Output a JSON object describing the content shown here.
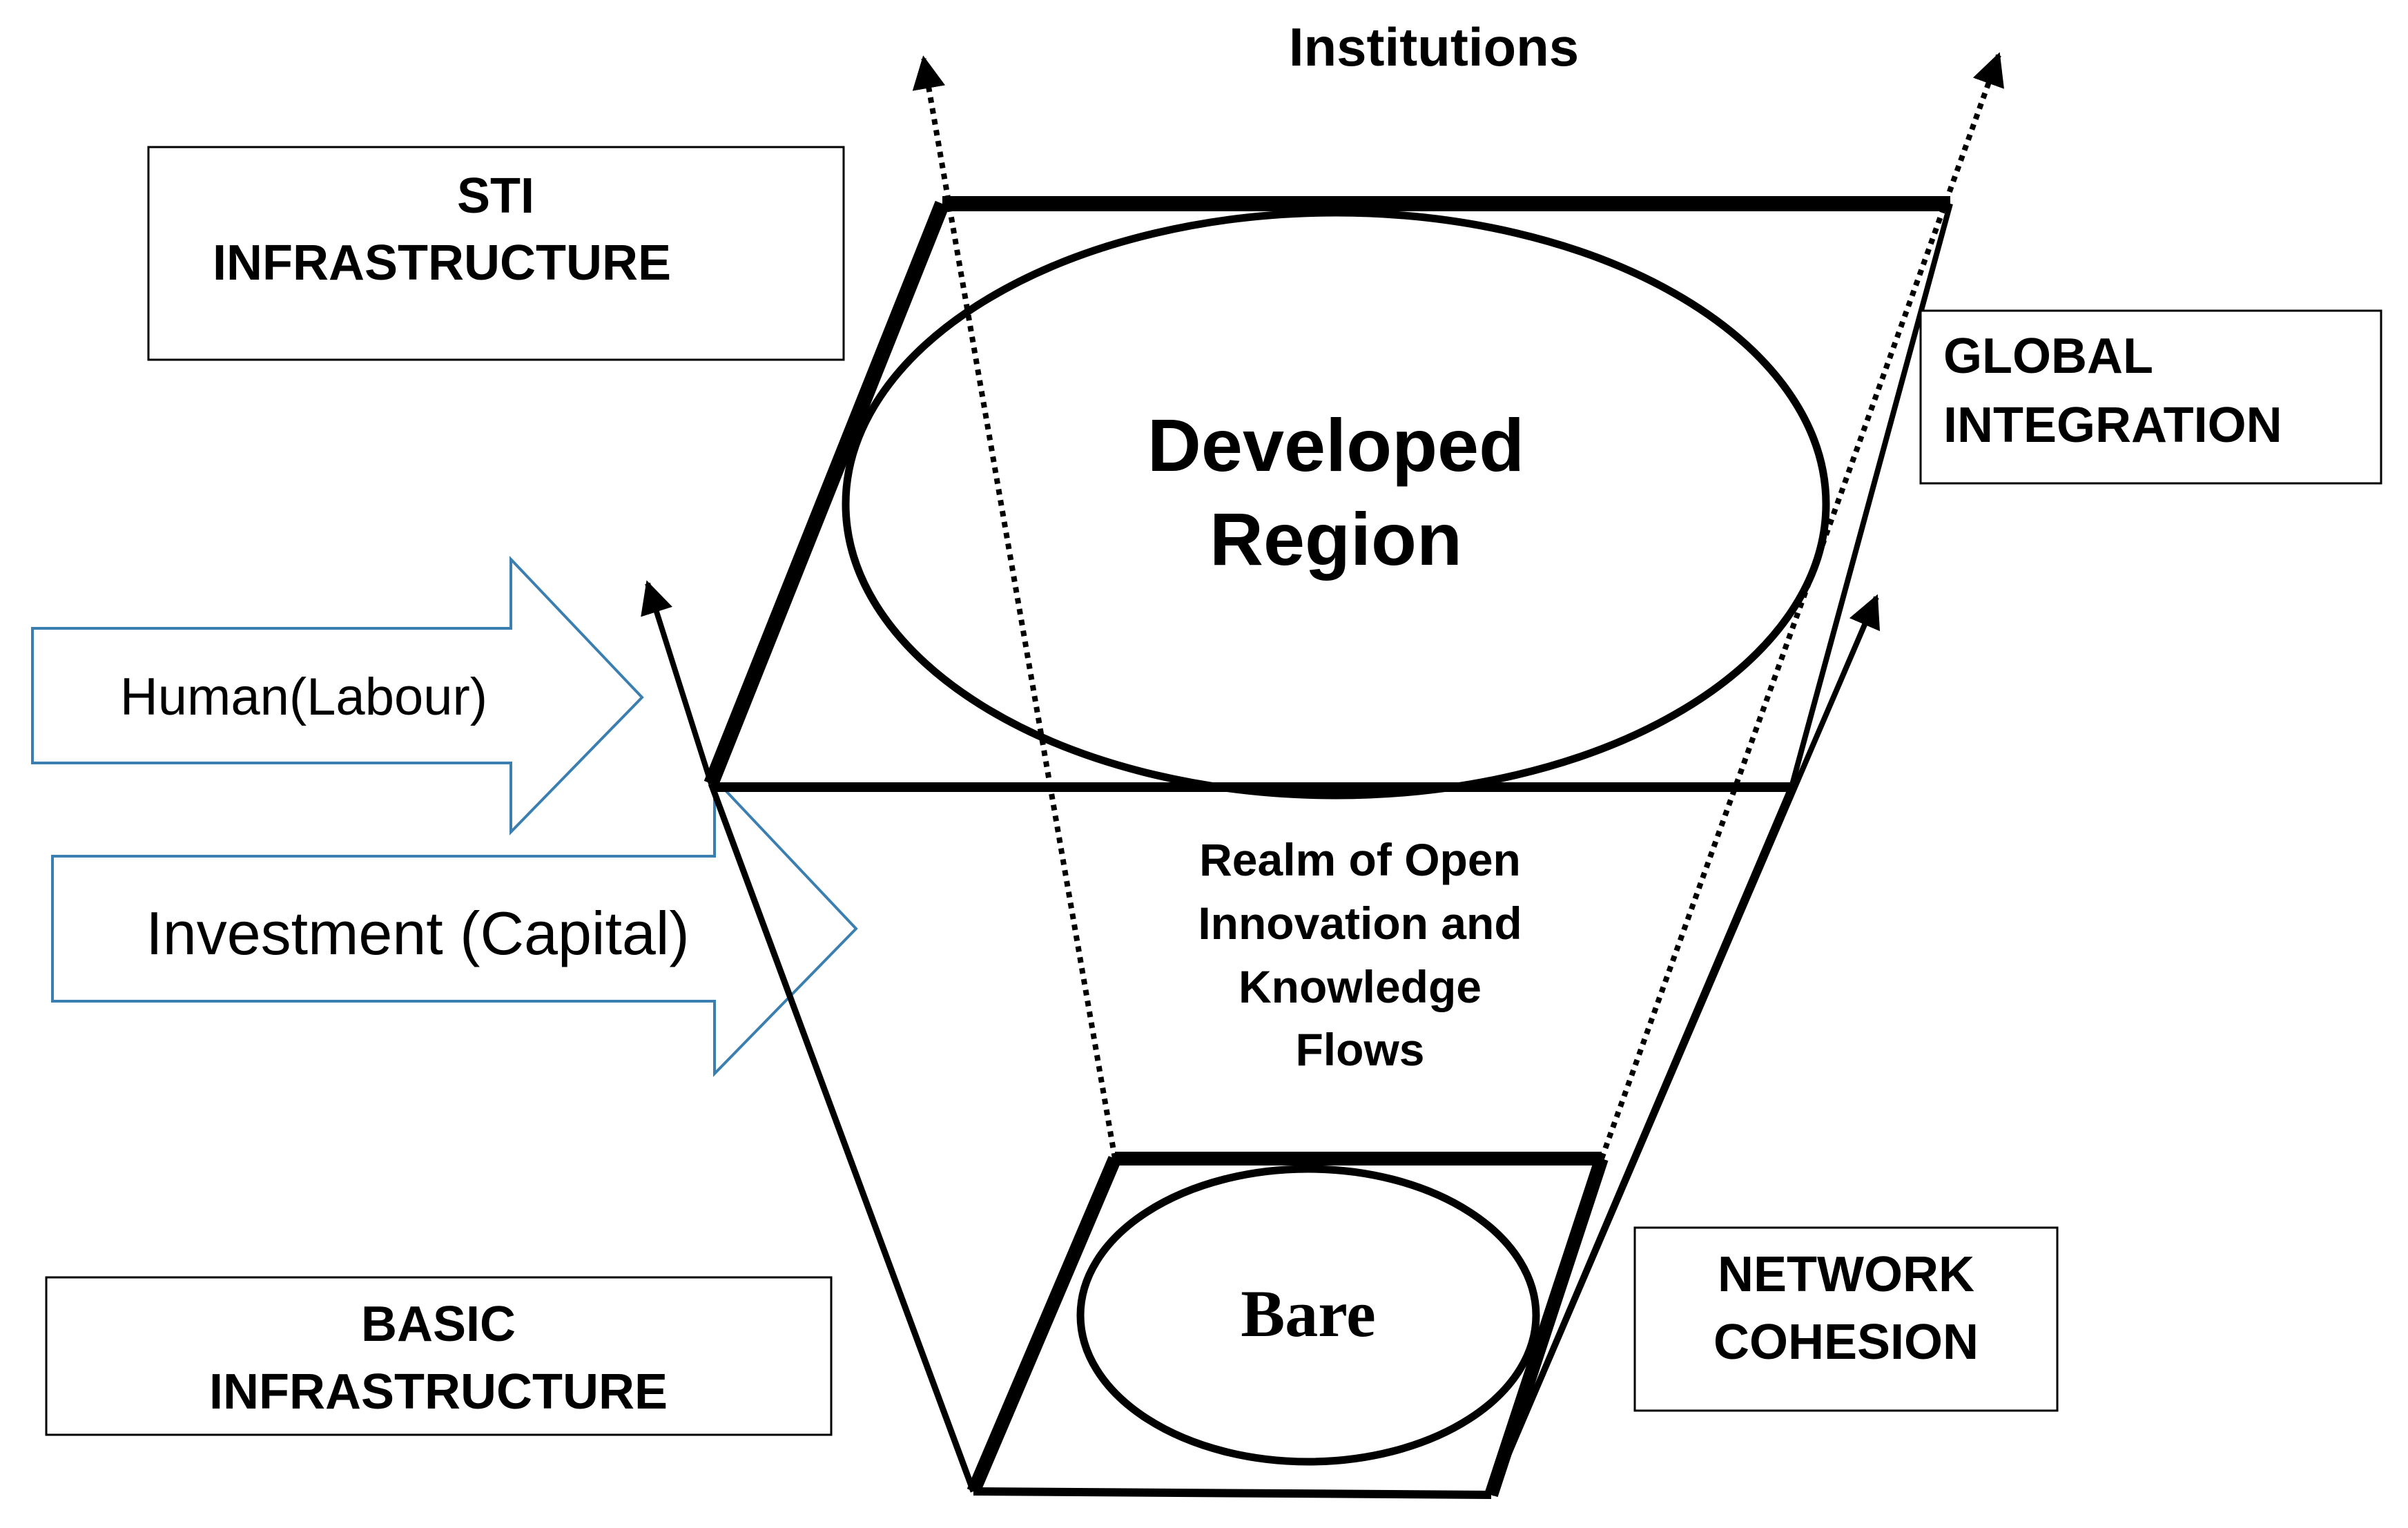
{
  "labels": {
    "institutions": "Institutions",
    "sti_line1": "STI",
    "sti_line2": "INFRASTRUCTURE",
    "global_line1": "GLOBAL",
    "global_line2": "INTEGRATION",
    "developed_line1": "Developed",
    "developed_line2": "Region",
    "human": "Human(Labour)",
    "investment": "Investment (Capital)",
    "realm_line1": "Realm of Open",
    "realm_line2": "Innovation and",
    "realm_line3": "Knowledge",
    "realm_line4": "Flows",
    "bare": "Bare",
    "basic_line1": "BASIC",
    "basic_line2": "INFRASTRUCTURE",
    "network_line1": "NETWORK",
    "network_line2": "COHESION"
  },
  "colors": {
    "ink": "#000000",
    "input_arrow_stroke": "#3a7fb0",
    "background": "#ffffff"
  }
}
